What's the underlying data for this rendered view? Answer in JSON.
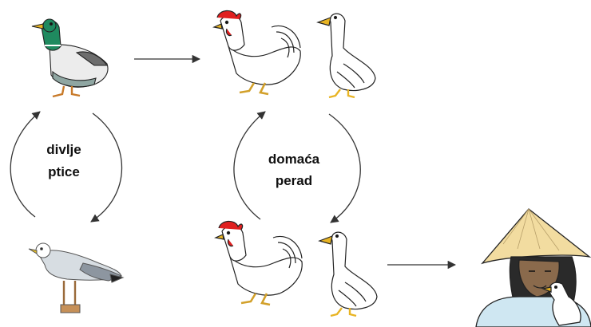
{
  "wild_cycle": {
    "line1": "divlje",
    "line2": "ptice"
  },
  "domestic_cycle": {
    "line1": "domaća",
    "line2": "perad"
  },
  "icons": {
    "top_left": "mallard-duck",
    "bottom_left": "seagull",
    "top_middle": [
      "rooster",
      "white-duck"
    ],
    "bottom_middle": [
      "rooster",
      "white-duck"
    ],
    "bottom_right": "woman-in-conical-hat-holding-duck"
  },
  "colors": {
    "arrow": "#333333",
    "text": "#111111",
    "duck_head": "#1f8a5f",
    "comb": "#e02020",
    "beak": "#e8b423",
    "hat": "#f2dca0",
    "shirt": "#cfe7f2"
  }
}
